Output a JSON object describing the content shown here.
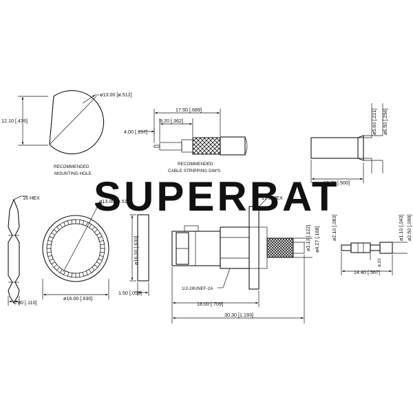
{
  "watermark": "SUPERBAT",
  "mounting_hole": {
    "dia": "ø13.00 [ø.512]",
    "height": "12.10 [.476]",
    "note_line1": "RECOMMENDED",
    "note_line2": "MOUNTING HOLE"
  },
  "cable_strip": {
    "overall": "17.50 [.689]",
    "mid": "9.20 [.362]",
    "short": "4.00 [.157]",
    "note_line1": "RECOMMENDED",
    "note_line2": "CABLE STRIPPING DIM'S"
  },
  "ferrule": {
    "dia_inner": "ø5.60 [.221]",
    "dia_outer": "ø6.50 [.256]",
    "length": "12.70 [.500]"
  },
  "hex_nut": {
    "hex": "16 HEX",
    "thickness": "2.80 [.110]"
  },
  "lock_washer": {
    "dia_inner": "ø13.00 [ø.512]",
    "dia_outer": "ø16.00 [.630]"
  },
  "gasket": {
    "dia": "ø16.00 [.630]",
    "thickness": "1.50 [.059]"
  },
  "connector": {
    "hex": "17.5 HEX",
    "thread": "1/2-28UNEF-2A",
    "flange_to_front": "18.00 [.709]",
    "overall": "30.30 [1.193]",
    "dia_crimp_small": "ø3.10 [.122]",
    "dia_crimp_large": "ø4.27 [.168]"
  },
  "contact_pin": {
    "dia_large": "ø2.10 [.083]",
    "dia_small": "ø1.10 [.043]",
    "dia_tip": "ø2.50 [.099]",
    "dia_tiny": "ø.33",
    "length": "14.40 [.567]"
  }
}
